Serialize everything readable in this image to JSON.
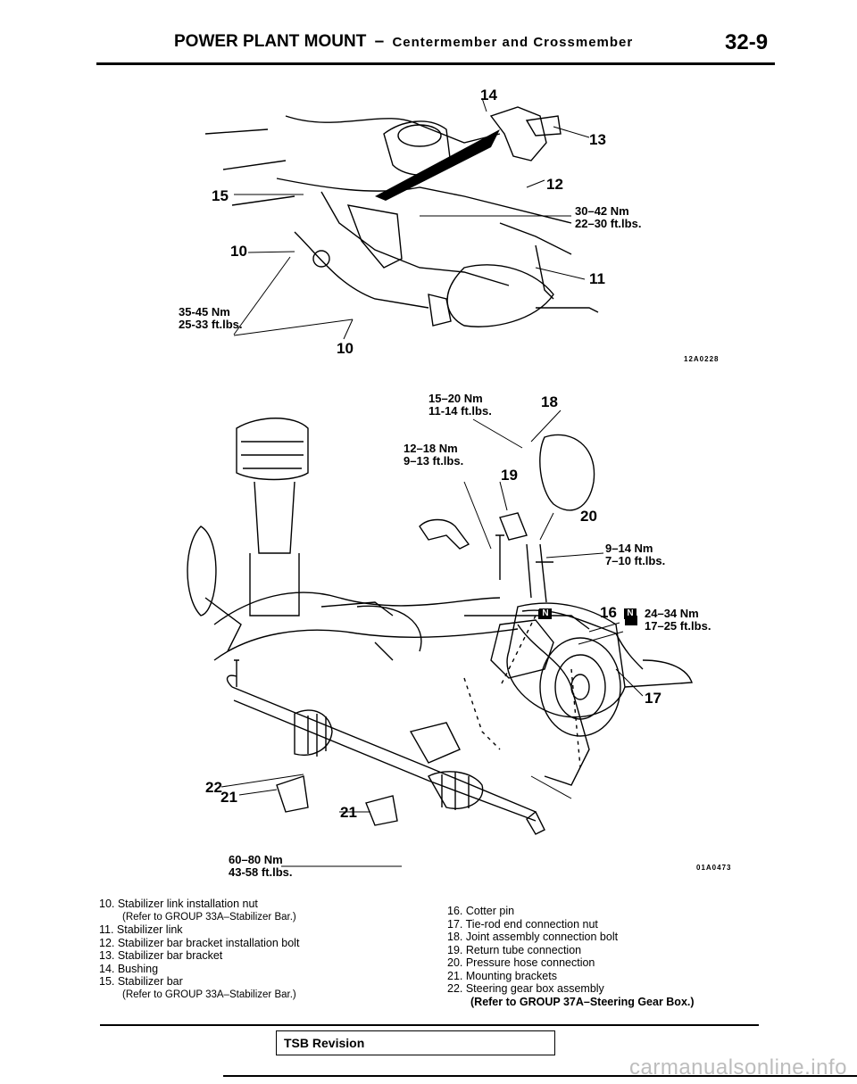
{
  "header": {
    "title_main": "POWER PLANT MOUNT",
    "title_dash": "–",
    "title_sub": "Centermember and Crossmember",
    "page_number": "32-9"
  },
  "figure1": {
    "id": "12A0228",
    "callouts": [
      "14",
      "13",
      "12",
      "15",
      "10",
      "11",
      "10"
    ],
    "torque_a": "30–42 Nm\n22–30 ft.lbs.",
    "torque_b": "35-45 Nm\n25-33 ft.lbs."
  },
  "figure2": {
    "id": "01A0473",
    "callouts": [
      "18",
      "19",
      "20",
      "16",
      "17",
      "22",
      "21",
      "21"
    ],
    "torque_18": "15–20 Nm\n11-14 ft.lbs.",
    "torque_19": "12–18 Nm\n9–13 ft.lbs.",
    "torque_20": "9–14 Nm\n7–10 ft.lbs.",
    "torque_17": "24–34 Nm\n17–25 ft.lbs.",
    "torque_21": "60–80 Nm\n43-58 ft.lbs.",
    "new_part_mark": "N"
  },
  "legend_left": [
    "10. Stabilizer link installation nut",
    "(Refer to GROUP 33A–Stabilizer Bar.)",
    "11. Stabilizer link",
    "12. Stabilizer bar bracket installation bolt",
    "13. Stabilizer bar bracket",
    "14. Bushing",
    "15. Stabilizer bar",
    "(Refer to GROUP 33A–Stabilizer Bar.)"
  ],
  "legend_right": [
    "16. Cotter pin",
    "17. Tie-rod end connection nut",
    "18. Joint assembly connection bolt",
    "19. Return tube connection",
    "20. Pressure hose connection",
    "21. Mounting brackets",
    "22. Steering gear box assembly",
    "(Refer to GROUP 37A–Steering Gear Box.)"
  ],
  "footer": {
    "tsb_label": "TSB Revision",
    "watermark": "carmanualsonline.info"
  }
}
